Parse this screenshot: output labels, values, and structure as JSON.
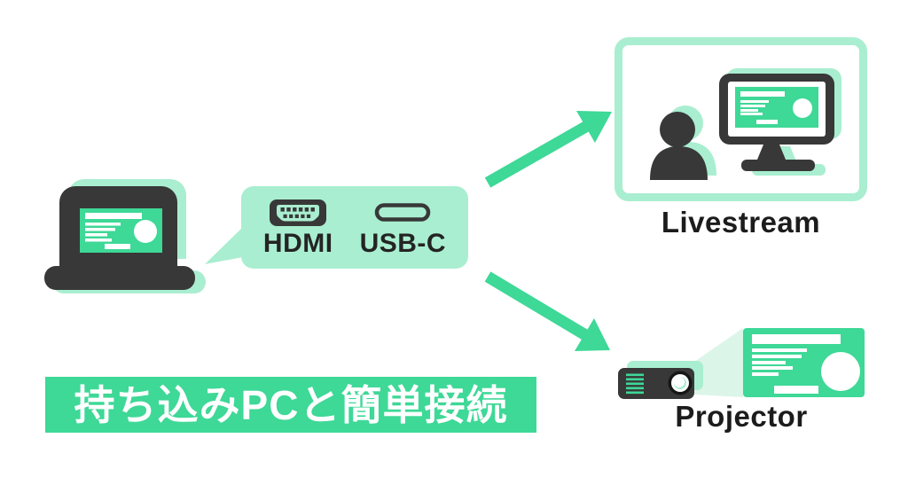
{
  "banner": {
    "label": "持ち込みPCと簡単接続"
  },
  "callout": {
    "hdmi_label": "HDMI",
    "usbc_label": "USB-C"
  },
  "livestream": {
    "label": "Livestream"
  },
  "projector": {
    "label": "Projector"
  },
  "colors": {
    "green": "#3ed897",
    "mint": "#a9eed0",
    "beam": "#dcf5e9",
    "dark": "#383838",
    "ink": "#1c1c1c"
  }
}
